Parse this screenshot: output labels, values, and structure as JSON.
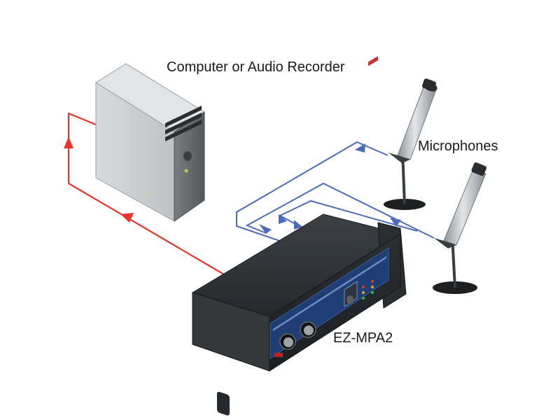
{
  "labels": {
    "computer": "Computer or Audio Recorder",
    "microphones": "Microphones",
    "device": "EZ-MPA2"
  },
  "colors": {
    "signal_out": "#e8342a",
    "signal_in": "#4d6cb8",
    "tower_body": "#c9cbcc",
    "tower_front": "#6b6e70",
    "device_body": "#2d3134",
    "mic_body": "#b5b9bc"
  },
  "icons": {
    "computer": "desktop-tower-icon",
    "microphone": "microphone-on-stand-icon",
    "preamp": "preamp-device-icon"
  }
}
